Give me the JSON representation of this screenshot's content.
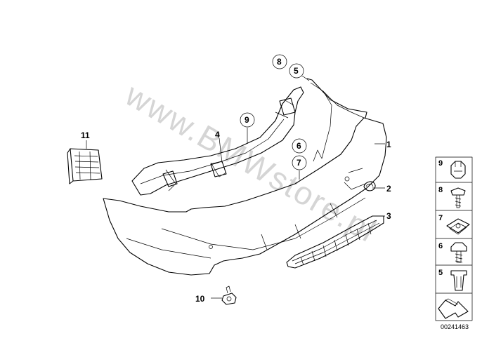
{
  "watermark": "www.BMWstore.pl",
  "diagram_id": "00241463",
  "callouts": [
    {
      "id": "c1",
      "label": "1"
    },
    {
      "id": "c2",
      "label": "2"
    },
    {
      "id": "c3",
      "label": "3"
    },
    {
      "id": "c4",
      "label": "4"
    },
    {
      "id": "c5",
      "label": "5"
    },
    {
      "id": "c6",
      "label": "6"
    },
    {
      "id": "c7",
      "label": "7"
    },
    {
      "id": "c8",
      "label": "8"
    },
    {
      "id": "c9",
      "label": "9"
    },
    {
      "id": "c10",
      "label": "10"
    },
    {
      "id": "c11",
      "label": "11"
    }
  ],
  "legend": [
    {
      "label": "9",
      "icon": "nut-icon"
    },
    {
      "label": "8",
      "icon": "screw-icon"
    },
    {
      "label": "7",
      "icon": "clip-nut-icon"
    },
    {
      "label": "6",
      "icon": "bolt-icon"
    },
    {
      "label": "5",
      "icon": "expanding-nut-icon"
    }
  ]
}
